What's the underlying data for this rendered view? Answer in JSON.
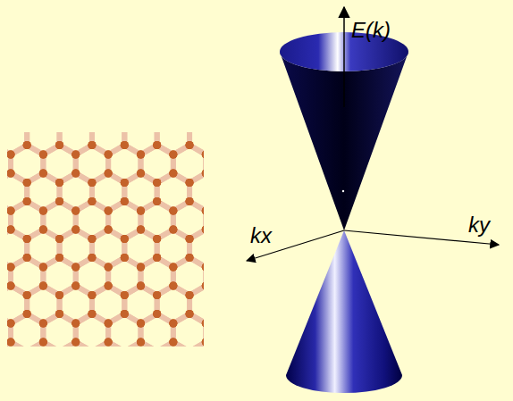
{
  "diagram": {
    "labels": [
      "E(k)",
      "kx",
      "ky"
    ]
  }
}
